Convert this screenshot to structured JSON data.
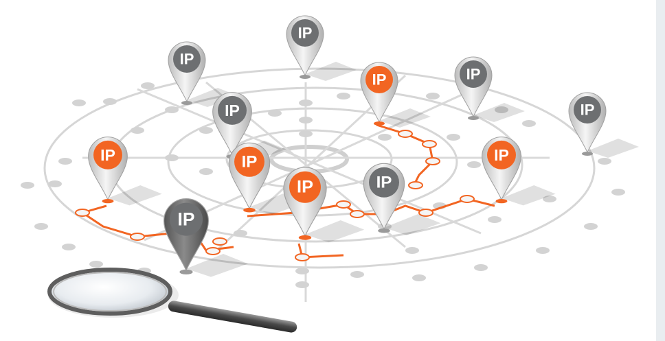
{
  "image": {
    "background": "#ffffff",
    "accent_orange": "#f26522",
    "pin_gray": "#6d6f71"
  },
  "network": {
    "rings": 5,
    "paths_highlighted": true
  },
  "pins": [
    {
      "label": "IP",
      "color": "gray"
    },
    {
      "label": "IP",
      "color": "gray"
    },
    {
      "label": "IP",
      "color": "orange"
    },
    {
      "label": "IP",
      "color": "gray"
    },
    {
      "label": "IP",
      "color": "gray"
    },
    {
      "label": "IP",
      "color": "gray"
    },
    {
      "label": "IP",
      "color": "orange"
    },
    {
      "label": "IP",
      "color": "orange"
    },
    {
      "label": "IP",
      "color": "orange"
    },
    {
      "label": "IP",
      "color": "gray"
    },
    {
      "label": "IP",
      "color": "orange"
    },
    {
      "label": "IP",
      "color": "gray"
    }
  ],
  "magnifier": {
    "icon": "magnifying-glass-icon"
  }
}
